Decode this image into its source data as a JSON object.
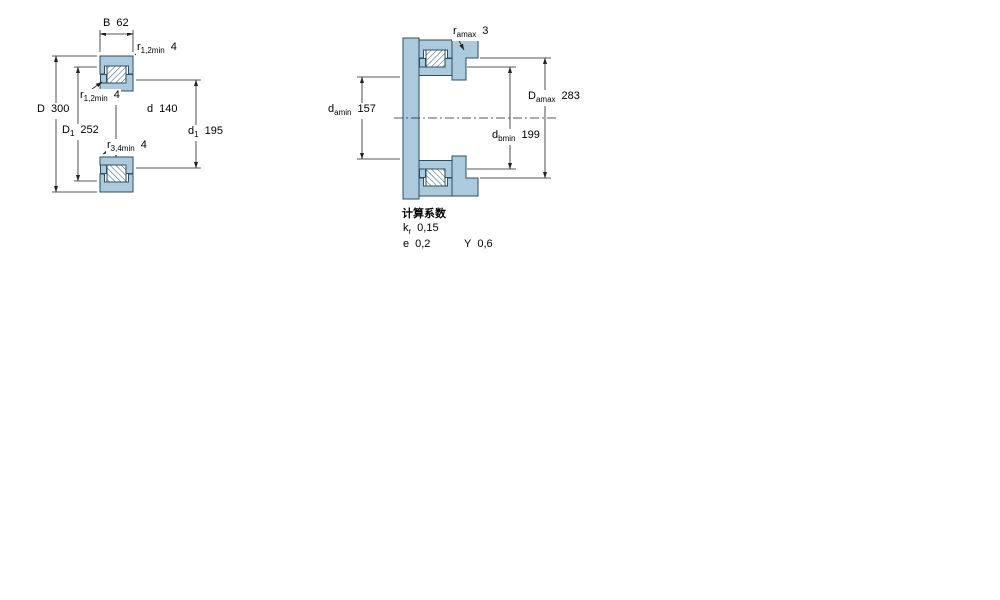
{
  "window": {
    "background": "#ffffff"
  },
  "colors": {
    "bearing_fill": "#accadd",
    "bearing_stroke": "#2e4d5e",
    "dimension_line": "#222222",
    "text": "#000000"
  },
  "left_diagram": {
    "name": "bearing-cross-section",
    "dims": {
      "B": {
        "sym": "B",
        "sub": "",
        "val": "62"
      },
      "r12_top": {
        "sym": "r",
        "sub": "1,2min",
        "val": "4"
      },
      "r12_side": {
        "sym": "r",
        "sub": "1,2min",
        "val": "4"
      },
      "D": {
        "sym": "D",
        "sub": "",
        "val": "300"
      },
      "D1": {
        "sym": "D",
        "sub": "1",
        "val": "252"
      },
      "d": {
        "sym": "d",
        "sub": "",
        "val": "140"
      },
      "r34": {
        "sym": "r",
        "sub": "3,4min",
        "val": "4"
      },
      "d1": {
        "sym": "d",
        "sub": "1",
        "val": "195"
      }
    }
  },
  "right_diagram": {
    "name": "mounting-abutment-dimensions",
    "dims": {
      "ramax": {
        "sym": "r",
        "sub": "amax",
        "val": "3"
      },
      "damin": {
        "sym": "d",
        "sub": "amin",
        "val": "157"
      },
      "Damax": {
        "sym": "D",
        "sub": "amax",
        "val": "283"
      },
      "dbmin": {
        "sym": "d",
        "sub": "bmin",
        "val": "199"
      }
    }
  },
  "calculation_factors": {
    "title": "计算系数",
    "rows": [
      {
        "sym": "k",
        "sub": "r",
        "val": "0,15"
      },
      {
        "sym": "e",
        "sub": "",
        "val": "0,2"
      },
      {
        "sym": "Y",
        "sub": "",
        "val": "0,6"
      }
    ]
  }
}
